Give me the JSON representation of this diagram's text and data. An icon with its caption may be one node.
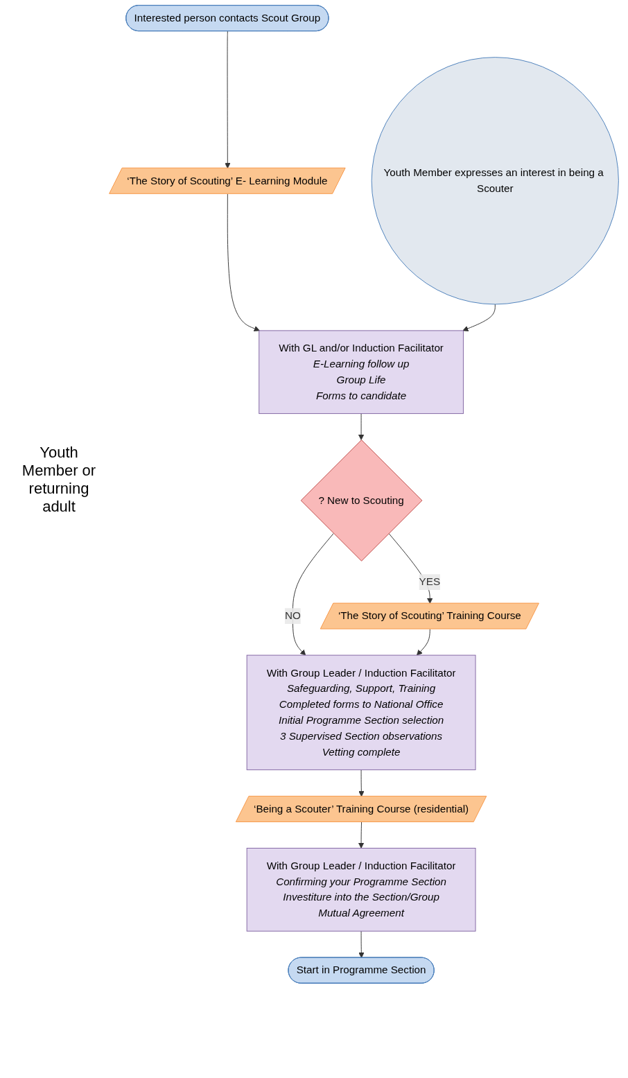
{
  "diagram": {
    "nodes": [
      {
        "text": [
          "Interested person contacts Scout Group"
        ]
      },
      {
        "text": [
          "Youth Member expresses an interest in being a Scouter"
        ]
      },
      {
        "text": [
          "‘The Story of Scouting’ E- Learning Module"
        ]
      },
      {
        "text": [
          "With GL and/or Induction Facilitator",
          "E-Learning follow up",
          "Group Life",
          "Forms to candidate"
        ]
      },
      {
        "text": [
          "? New to Scouting"
        ]
      },
      {
        "text": [
          "‘The Story of Scouting’ Training Course"
        ]
      },
      {
        "text": [
          "With Group Leader / Induction Facilitator",
          "Safeguarding, Support, Training",
          "Completed forms  to National Office",
          "Initial Programme Section selection",
          "3 Supervised Section observations",
          "Vetting complete"
        ]
      },
      {
        "text": [
          "‘Being a Scouter’ Training Course (residential)"
        ]
      },
      {
        "text": [
          "With Group Leader / Induction Facilitator",
          "Confirming your Programme Section",
          "Investiture into the Section/Group",
          "Mutual Agreement"
        ]
      },
      {
        "text": [
          "Start in Programme Section"
        ]
      }
    ],
    "edges": [
      {
        "from": 0,
        "to": 2,
        "arrow": "to"
      },
      {
        "from": 2,
        "to": 3,
        "arrow": "to"
      },
      {
        "from": 1,
        "to": 3,
        "arrow": "to"
      },
      {
        "from": 3,
        "to": 4,
        "arrow": "to"
      },
      {
        "from": 4,
        "to": 5,
        "arrow": "to",
        "label": "YES"
      },
      {
        "from": 4,
        "to": 6,
        "arrow": "to",
        "label": "NO"
      },
      {
        "from": 5,
        "to": 6,
        "arrow": "to"
      },
      {
        "from": 6,
        "to": 7,
        "arrow": "to"
      },
      {
        "from": 7,
        "to": 8,
        "arrow": "to"
      },
      {
        "from": 8,
        "to": 9,
        "arrow": "to"
      }
    ],
    "labels": [
      "Youth Member or returning adult"
    ]
  }
}
